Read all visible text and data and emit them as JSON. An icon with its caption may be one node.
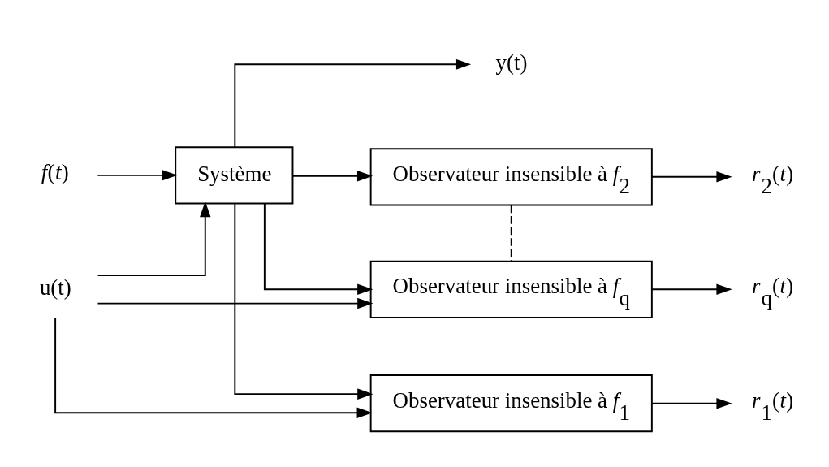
{
  "diagram": {
    "nodes": [
      {
        "text": [
          "u(t)"
        ]
      },
      {
        "text": [
          "*f*(*t*)"
        ]
      },
      {
        "text": [
          "Système"
        ]
      },
      {
        "text": [
          "y(t)"
        ]
      },
      {
        "text": [
          "Observateur insensible à *f*$_{1}$"
        ]
      },
      {
        "text": [
          "*r*$_{1}$(*t*)"
        ]
      },
      {
        "text": [
          "Observateur insensible à *f*$_{2}$"
        ]
      },
      {
        "text": [
          "*r*$_{2}$(*t*)"
        ]
      },
      {
        "text": [
          "Observateur insensible à *f*$_{q}$"
        ]
      },
      {
        "text": [
          "*r*$_{q}$(*t*)"
        ]
      }
    ],
    "edges": [
      {
        "from": 0,
        "to": 2,
        "arrow": "to"
      },
      {
        "from": 1,
        "to": 2,
        "arrow": "to"
      },
      {
        "from": 2,
        "to": 3,
        "arrow": "to"
      },
      {
        "from": 0,
        "to": 4,
        "arrow": "to"
      },
      {
        "from": 2,
        "to": 4,
        "arrow": "to"
      },
      {
        "from": 2,
        "to": 6,
        "arrow": "to"
      },
      {
        "from": 0,
        "to": 8,
        "arrow": "to"
      },
      {
        "from": 2,
        "to": 8,
        "arrow": "to"
      },
      {
        "from": 4,
        "to": 5,
        "arrow": "to"
      },
      {
        "from": 6,
        "to": 7,
        "arrow": "to"
      },
      {
        "from": 8,
        "to": 9,
        "arrow": "to"
      },
      {
        "from": 6,
        "to": 8,
        "arrow": "none",
        "style": "dashed"
      }
    ]
  }
}
